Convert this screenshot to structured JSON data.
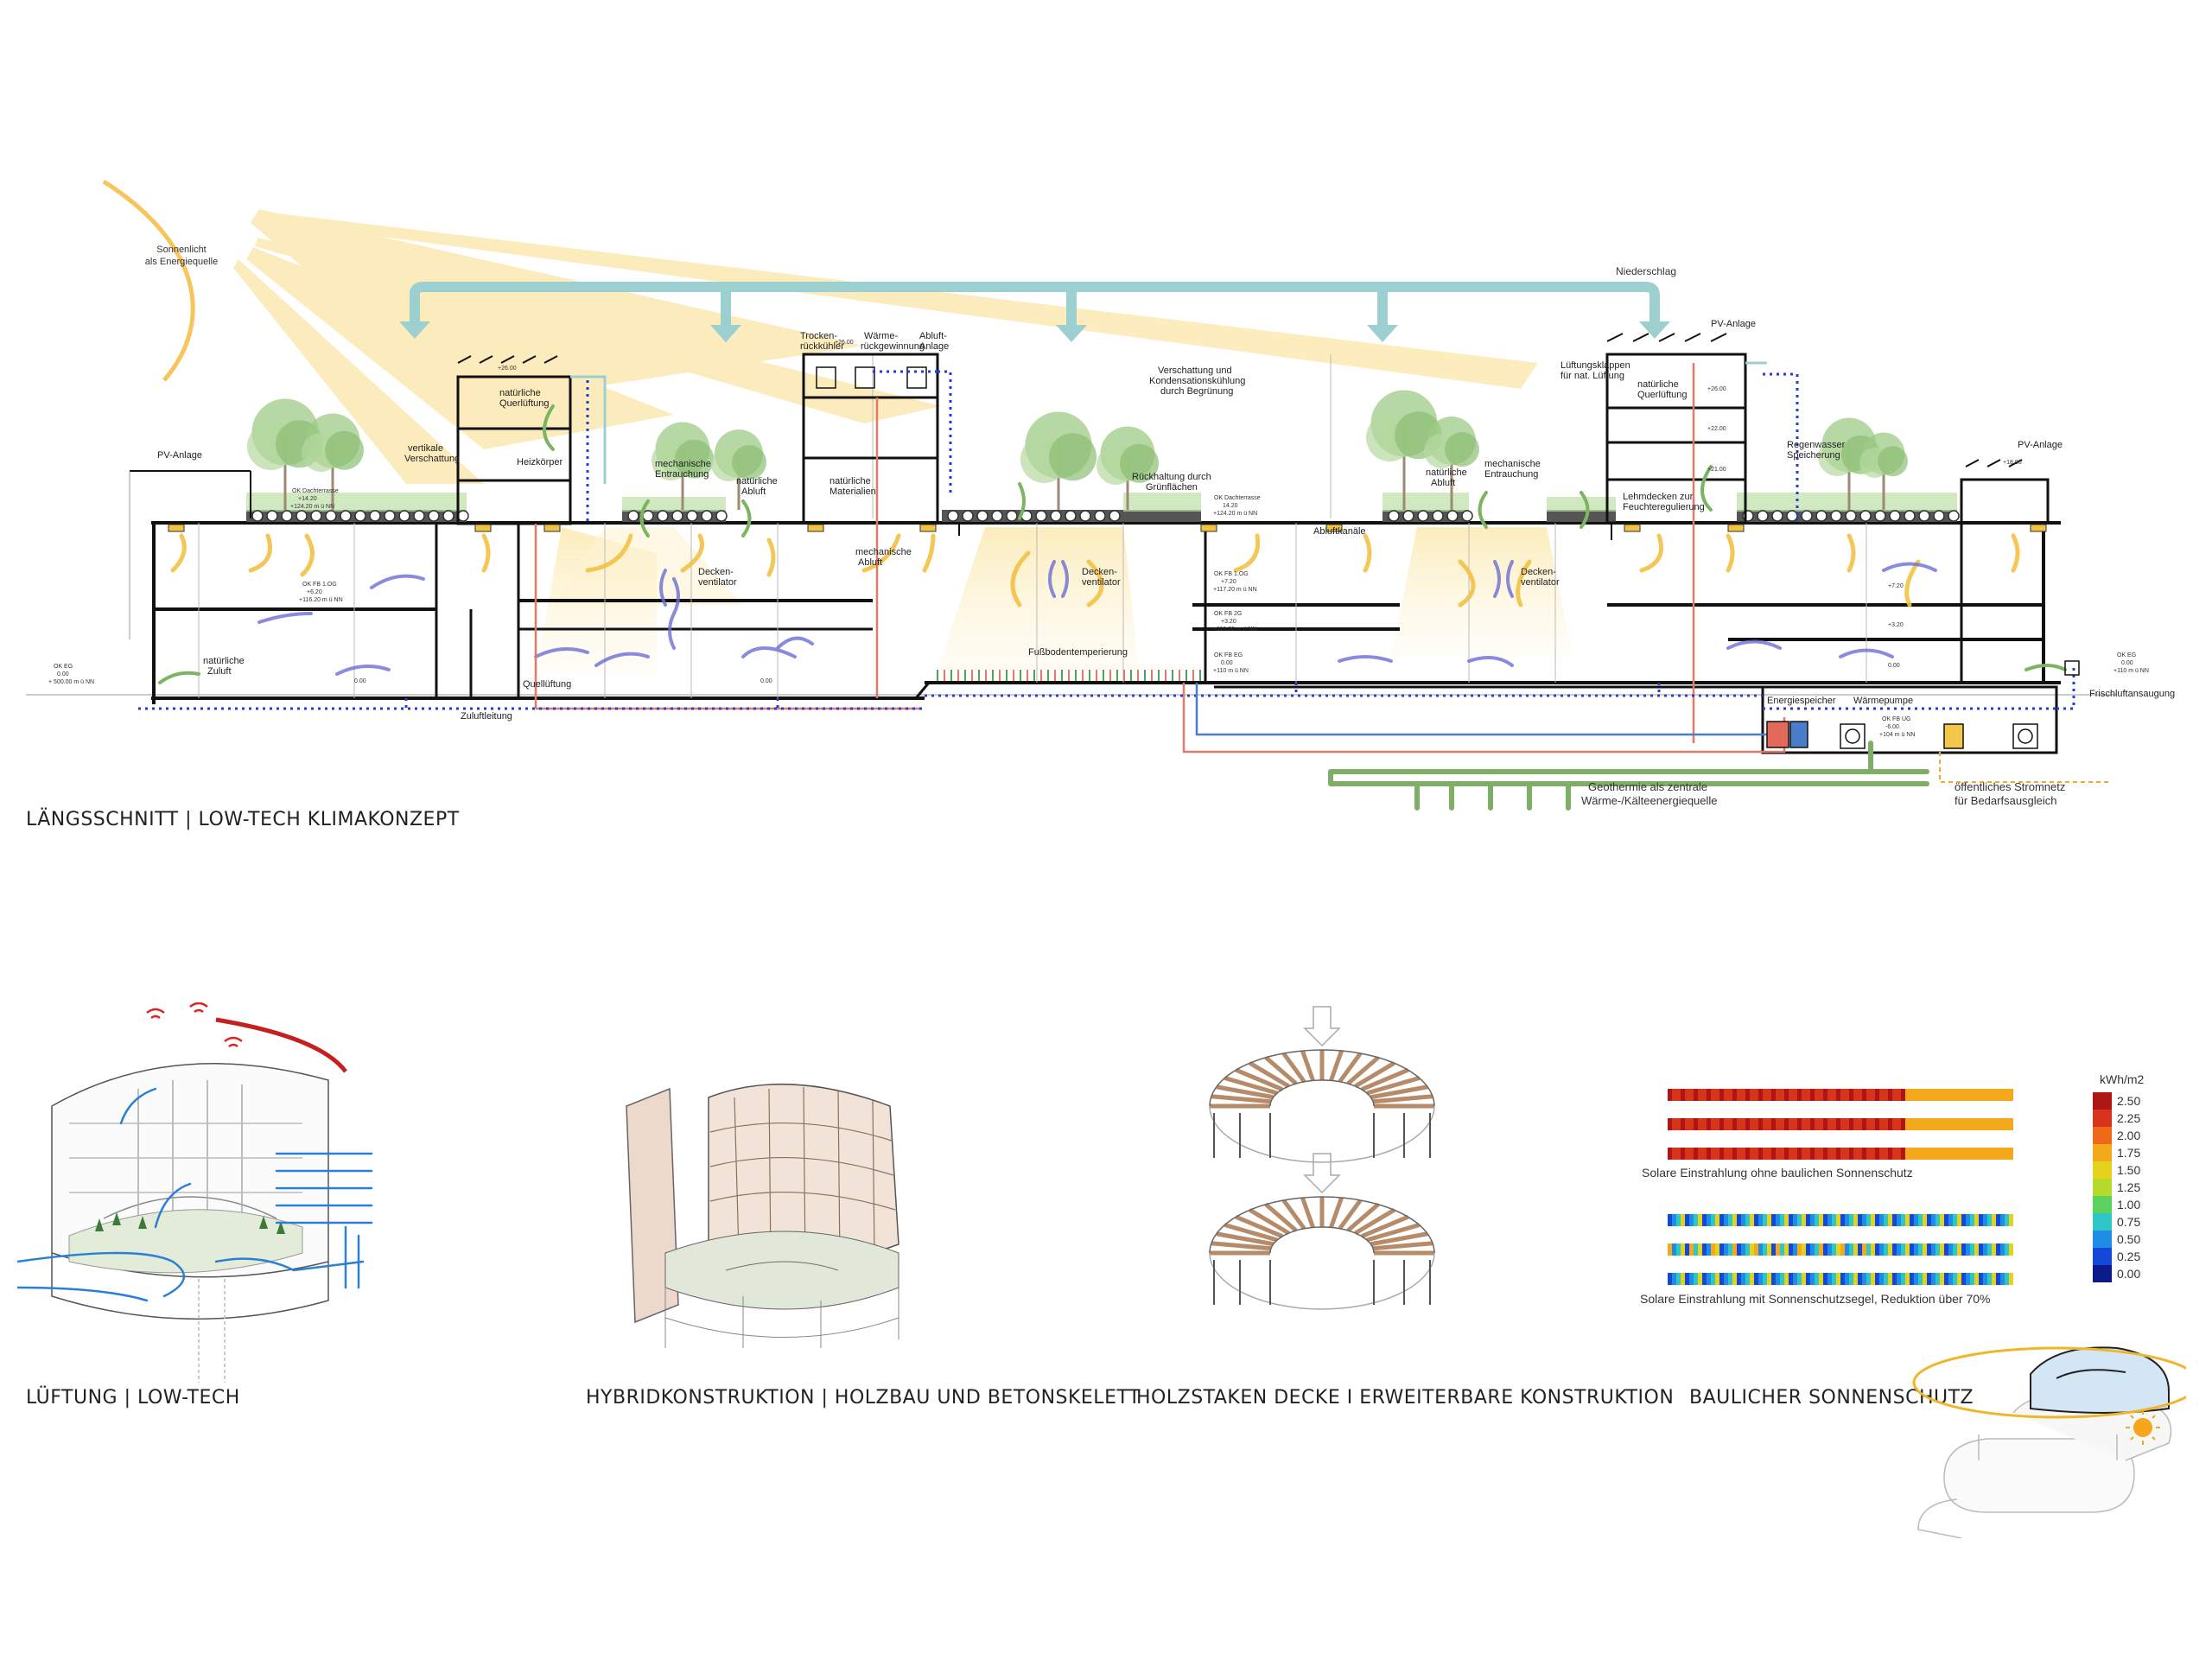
{
  "captions": {
    "section": "LÄNGSSCHNITT  |  LOW-TECH KLIMAKONZEPT",
    "ventilation": "LÜFTUNG  |  LOW-TECH",
    "hybrid": "HYBRIDKONSTRUKTION | HOLZBAU UND BETONSKELETT",
    "timber": "HOLZSTAKEN DECKE I ERWEITERBARE KONSTRUKTION",
    "sunshade": "BAULICHER SONNENSCHUTZ"
  },
  "section_labels": {
    "sun": [
      "Sonnenlicht",
      "als Energiequelle"
    ],
    "rain": "Niederschlag",
    "pv_left": "PV-Anlage",
    "pv_mid": "PV-Anlage",
    "pv_right": "PV-Anlage",
    "vertical_shading": [
      "vertikale",
      "Verschattung"
    ],
    "natural_cross_vent_left": [
      "natürliche",
      "Querlüftung"
    ],
    "heater": "Heizkörper",
    "mech_smoke_left": [
      "mechanische",
      "Entrauchung"
    ],
    "natural_exhaust_left": [
      "natürliche",
      "Abluft"
    ],
    "dry_cooler": [
      "Trocken-",
      "rückkühler"
    ],
    "heat_recovery": [
      "Wärme-",
      "rückgewinnung"
    ],
    "exhaust_plant": [
      "Abluft-",
      "Anlage"
    ],
    "natural_materials": [
      "natürliche",
      "Materialien"
    ],
    "mech_exhaust": [
      "mechanische",
      "Abluft"
    ],
    "ceiling_fan_1": [
      "Decken-",
      "ventilator"
    ],
    "ceiling_fan_2": [
      "Decken-",
      "ventilator"
    ],
    "ceiling_fan_3": [
      "Decken-",
      "ventilator"
    ],
    "shading_greening": [
      "Verschattung und",
      "Kondensationskühlung",
      "durch Begrünung"
    ],
    "retention": [
      "Rückhaltung durch",
      "Grünflächen"
    ],
    "exhaust_ducts": "Abluftkanäle",
    "natural_exhaust_right": [
      "natürliche",
      "Abluft"
    ],
    "mech_smoke_right": [
      "mechanische",
      "Entrauchung"
    ],
    "vent_flaps": [
      "Lüftungsklappen",
      "für nat. Lüftung"
    ],
    "natural_cross_vent_right": [
      "natürliche",
      "Querlüftung"
    ],
    "rainwater": [
      "Regenwasser",
      "Speicherung"
    ],
    "clay_ceiling": [
      "Lehmdecken zur",
      "Feuchteregulierung"
    ],
    "natural_supply": [
      "natürliche",
      "Zuluft"
    ],
    "displacement_vent": "Quellüftung",
    "floor_tempering": "Fußbodentemperierung",
    "supply_line": "Zuluftleitung",
    "energy_storage": "Energiespeicher",
    "heat_pump": "Wärmepumpe",
    "fresh_air_intake": "Frischluftansaugung",
    "geothermal": [
      "Geothermie als zentrale",
      "Wärme-/Kälteenergiequelle"
    ],
    "public_grid": [
      "öffentliches Stromnetz",
      "für Bedarfsausgleich"
    ]
  },
  "level_marks": {
    "okee_left": [
      "OK EG",
      "0.00",
      "+ 500.00 m ü NN"
    ],
    "roof_left": [
      "OK Dachterrasse",
      "+14.20",
      "+124.20 m ü NN"
    ],
    "fb_left": [
      "OK FB 1.OG",
      "+6.20",
      "+116.20 m ü NN"
    ],
    "roof_mid": [
      "OK Dachterrasse",
      "14.20",
      "+124.20 m ü NN"
    ],
    "fb_mid1": [
      "OK FB 1.OG",
      "+7.20",
      "+117.20 m ü NN"
    ],
    "fb_mid2": [
      "OK FB 2G",
      "+3.20",
      "+113.20 m ü NN"
    ],
    "fb_mid3": [
      "OK FB EG",
      "0.00",
      "+110 m ü NN"
    ],
    "ug": [
      "OK FB UG",
      "-6.00",
      "+104 m ü NN"
    ],
    "right_ee": [
      "OK EG",
      "0.00",
      "+110 m ü NN"
    ],
    "top_1": "+26.00",
    "top_2": "+26.00",
    "top_3": "+26.00",
    "top_4": "+18.00",
    "mid_1": "+22.00",
    "mid_2": "+21.00",
    "mid_3": "+7.20",
    "mid_4": "+3.20",
    "mid_5": "0.00",
    "small_1": "0.00",
    "small_2": "0.00"
  },
  "solar": {
    "unit": "kWh/m2",
    "legend_values": [
      "2.50",
      "2.25",
      "2.00",
      "1.75",
      "1.50",
      "1.25",
      "1.00",
      "0.75",
      "0.50",
      "0.25",
      "0.00"
    ],
    "legend_colors": [
      "#b01515",
      "#d8341b",
      "#ee6a18",
      "#f3a91a",
      "#e6d21d",
      "#b6da2a",
      "#5cd35e",
      "#2ec7c8",
      "#1f8de6",
      "#1448d8",
      "#0c1a8c"
    ],
    "label_without": "Solare Einstrahlung ohne baulichen Sonnenschutz",
    "label_with": "Solare Einstrahlung mit Sonnenschutzsegel, Reduktion über 70%"
  },
  "colors": {
    "sun": "#f7c55a",
    "rain": "#9ccfcf",
    "green": "#7bb561",
    "blue_air": "#6b6fd6",
    "warm_air": "#f2c244",
    "red_pipe": "#e07a6a",
    "dotted_blue": "#2a3bcf",
    "ground_green": "#7fae67",
    "grid_orange": "#f3a73a"
  }
}
